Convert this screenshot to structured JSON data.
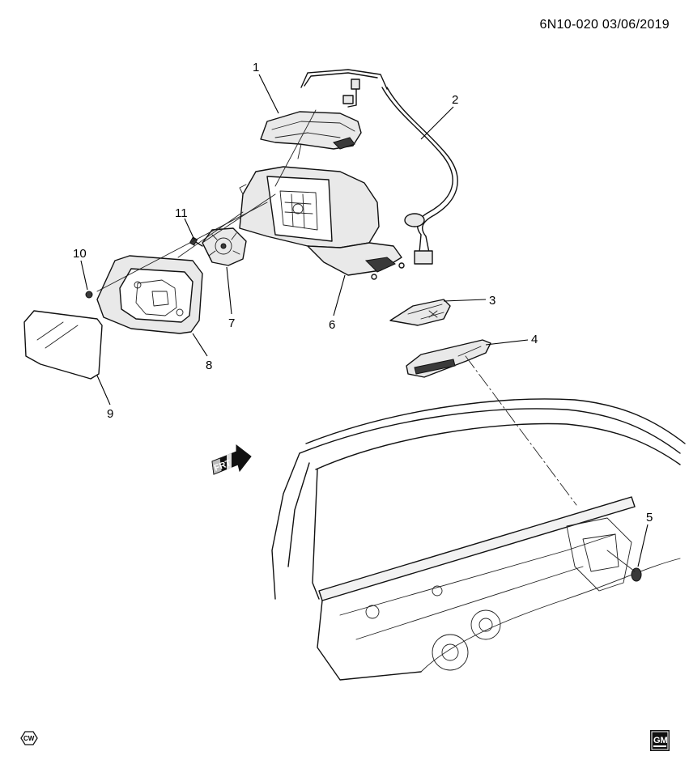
{
  "header": {
    "diagram_id": "6N10-020  03/06/2019"
  },
  "callouts": [
    {
      "id": "1",
      "label": "1"
    },
    {
      "id": "2",
      "label": "2"
    },
    {
      "id": "3",
      "label": "3"
    },
    {
      "id": "4",
      "label": "4"
    },
    {
      "id": "5",
      "label": "5"
    },
    {
      "id": "6",
      "label": "6"
    },
    {
      "id": "7",
      "label": "7"
    },
    {
      "id": "8",
      "label": "8"
    },
    {
      "id": "9",
      "label": "9"
    },
    {
      "id": "10",
      "label": "10"
    },
    {
      "id": "11",
      "label": "11"
    }
  ],
  "direction_arrow": {
    "label": "FRT",
    "icon": "front-direction-arrow-icon"
  },
  "badges": {
    "cw": {
      "label": "CW",
      "icon": "hexagon-cw-icon"
    },
    "gm": {
      "label": "GM",
      "icon": "gm-logo-icon"
    }
  }
}
